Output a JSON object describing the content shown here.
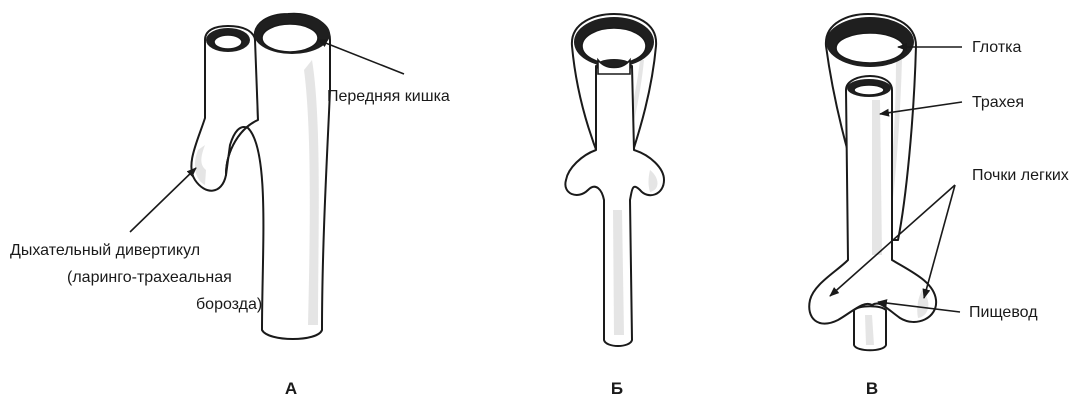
{
  "panels": [
    {
      "letter": "А",
      "labels": {
        "foregut": "Передняя кишка",
        "diverticulum_line1": "Дыхательный дивертикул",
        "diverticulum_line2": "(ларинго-трахеальная",
        "diverticulum_line3": "борозда)"
      }
    },
    {
      "letter": "Б",
      "labels": {}
    },
    {
      "letter": "В",
      "labels": {
        "pharynx": "Глотка",
        "trachea": "Трахея",
        "lung_buds": "Почки легких",
        "esophagus": "Пищевод"
      }
    }
  ]
}
